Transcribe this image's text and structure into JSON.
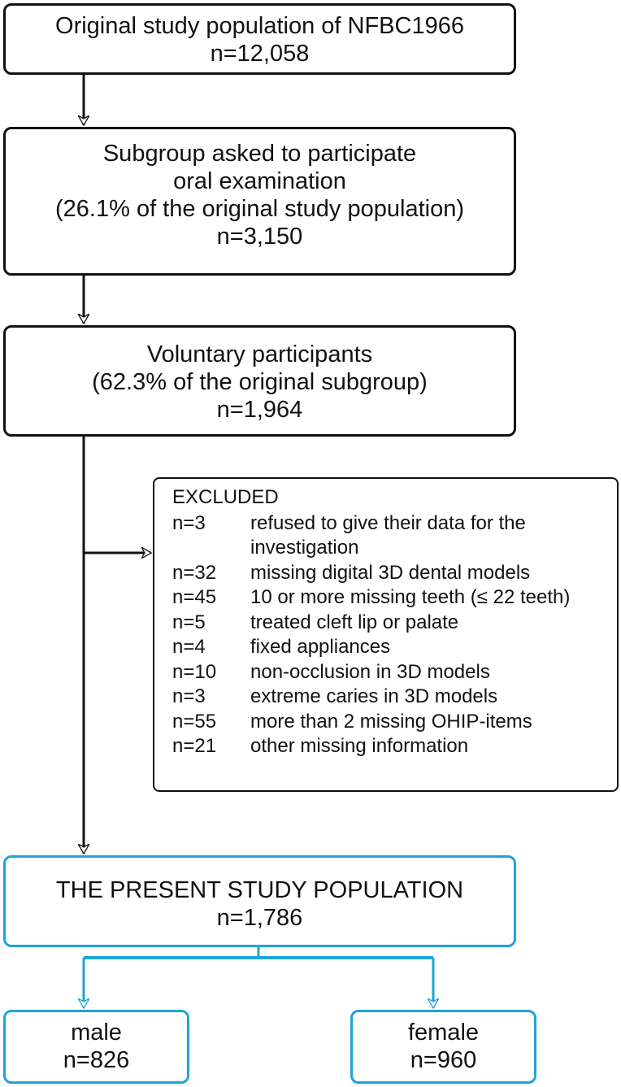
{
  "boxes": {
    "original": {
      "lines": [
        "Original study population of NFBC1966",
        "n=12,058"
      ]
    },
    "subgroup": {
      "lines": [
        "Subgroup asked to participate",
        "oral examination",
        "(26.1% of the original study population)",
        "n=3,150"
      ]
    },
    "voluntary": {
      "lines": [
        "Voluntary participants",
        "(62.3% of the original subgroup)",
        "n=1,964"
      ]
    },
    "present": {
      "lines": [
        "THE PRESENT STUDY POPULATION",
        "n=1,786"
      ]
    },
    "male": {
      "lines": [
        "male",
        "n=826"
      ]
    },
    "female": {
      "lines": [
        "female",
        "n=960"
      ]
    }
  },
  "excluded": {
    "title": "EXCLUDED",
    "rows": [
      {
        "n": "n=3",
        "text": "refused to give their data for the investigation"
      },
      {
        "n": "n=32",
        "text": "missing digital 3D dental models"
      },
      {
        "n": "n=45",
        "text": "10 or more missing teeth (≤ 22 teeth)"
      },
      {
        "n": "n=5",
        "text": "treated cleft lip or palate"
      },
      {
        "n": "n=4",
        "text": "fixed appliances"
      },
      {
        "n": "n=10",
        "text": "non-occlusion in 3D models"
      },
      {
        "n": "n=3",
        "text": "extreme caries in 3D models"
      },
      {
        "n": "n=55",
        "text": "more than 2 missing OHIP-items"
      },
      {
        "n": "n=21",
        "text": "other missing information"
      }
    ]
  },
  "colors": {
    "black": "#111111",
    "blue": "#1fa3d8"
  }
}
